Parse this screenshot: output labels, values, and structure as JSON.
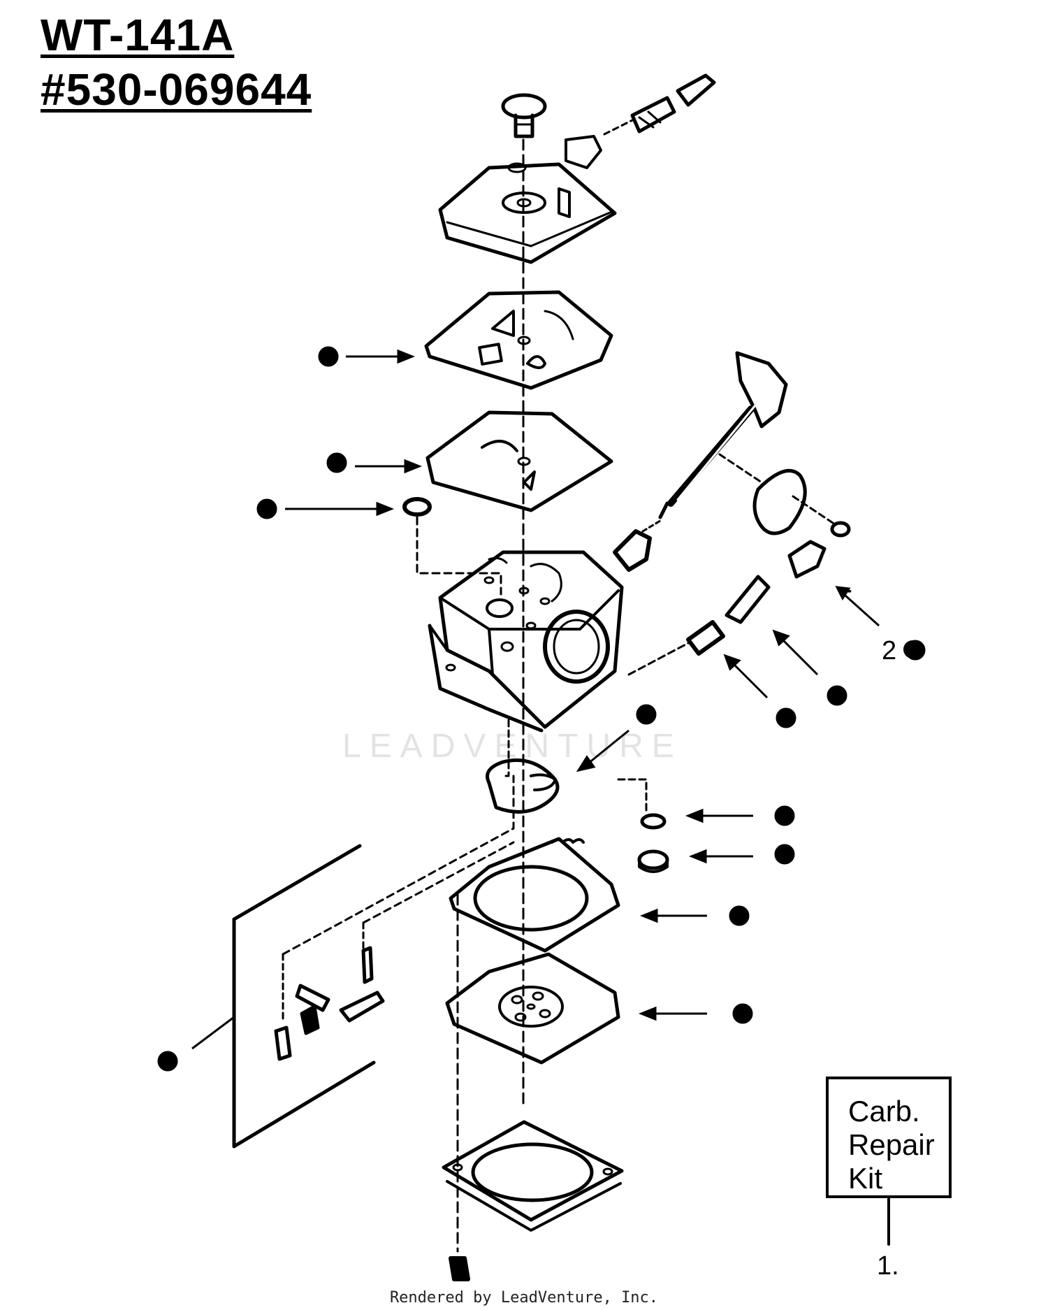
{
  "header": {
    "model": "WT-141A",
    "part_number": "#530-069644"
  },
  "kit_label": {
    "line1": "Carb.",
    "line2": "Repair",
    "line3": "Kit"
  },
  "callouts": {
    "kit_ref": "1.",
    "fuel_fitting_ref": "2"
  },
  "watermark": "LEADVENTURE",
  "footer": "Rendered by LeadVenture, Inc."
}
